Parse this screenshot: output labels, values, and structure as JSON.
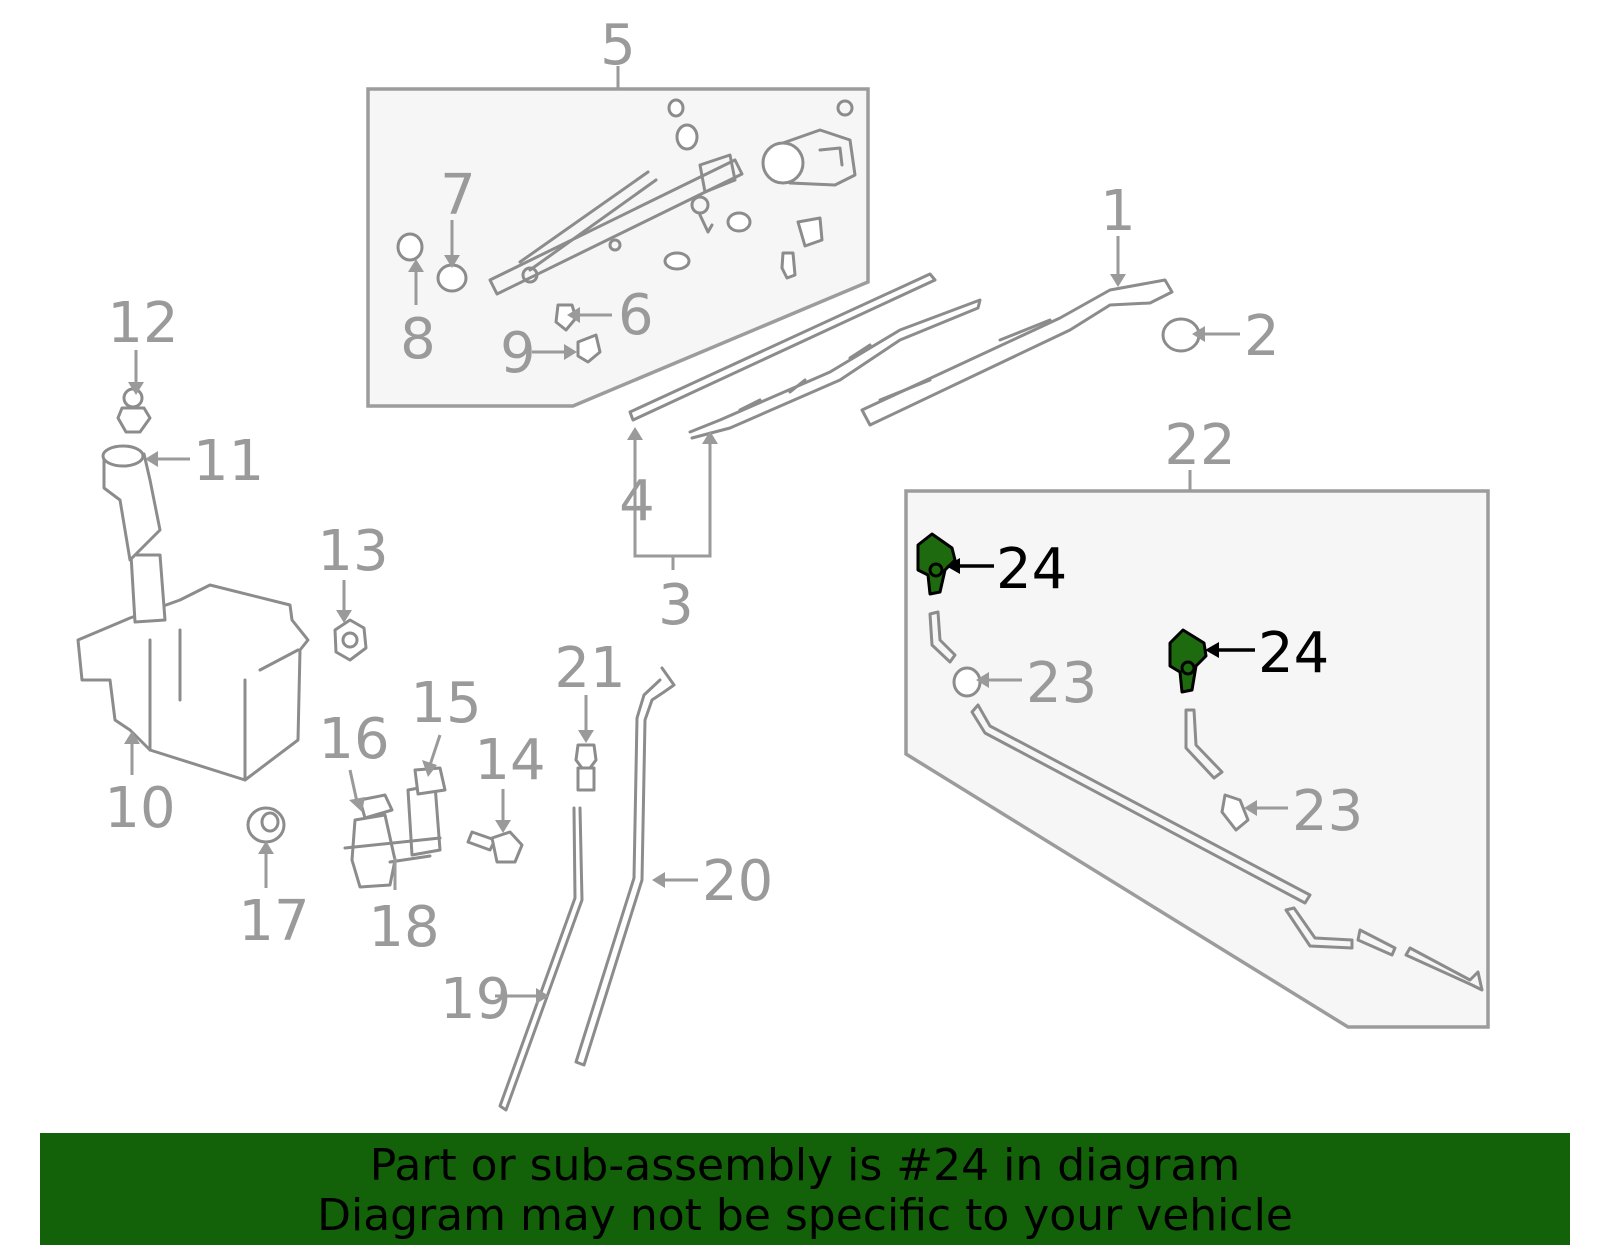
{
  "callouts": {
    "c1": "1",
    "c2": "2",
    "c3": "3",
    "c4": "4",
    "c5": "5",
    "c6": "6",
    "c7": "7",
    "c8": "8",
    "c9": "9",
    "c10": "10",
    "c11": "11",
    "c12": "12",
    "c13": "13",
    "c14": "14",
    "c15": "15",
    "c16": "16",
    "c17": "17",
    "c18": "18",
    "c19": "19",
    "c20": "20",
    "c21": "21",
    "c22": "22",
    "c23a": "23",
    "c23b": "23",
    "c24a": "24",
    "c24b": "24"
  },
  "highlight": {
    "part_number": "24",
    "color": "#1e6b0f"
  },
  "footer": {
    "line1": "Part or sub-assembly is #24 in diagram",
    "line2": "Diagram may not be specific to your vehicle",
    "background": "#136109"
  }
}
